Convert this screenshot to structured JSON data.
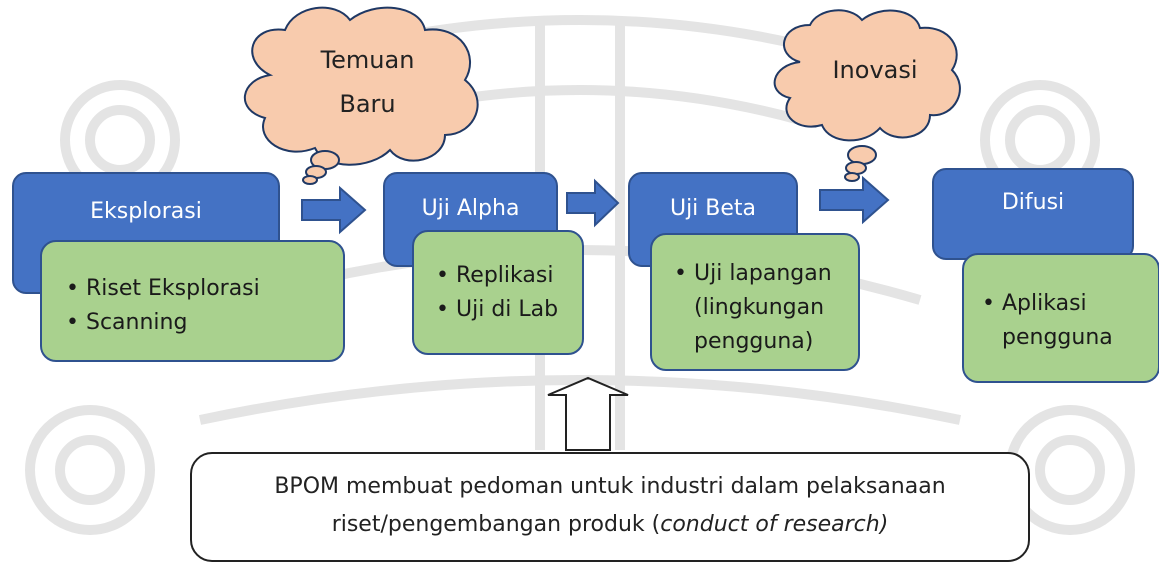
{
  "background": {
    "watermark_color": "#e4e4e4"
  },
  "colors": {
    "stage_fill": "#4472c4",
    "stage_border": "#2f528f",
    "detail_fill": "#a9d18e",
    "cloud_fill": "#f8cbad",
    "cloud_border": "#1f3864",
    "arrow_fill": "#4472c4"
  },
  "thoughts": [
    {
      "id": "temuan-baru",
      "lines": [
        "Temuan",
        "Baru"
      ]
    },
    {
      "id": "inovasi",
      "lines": [
        "Inovasi"
      ]
    }
  ],
  "stages": [
    {
      "id": "eksplorasi",
      "title": "Eksplorasi",
      "details": [
        "Riset Eksplorasi",
        "Scanning"
      ]
    },
    {
      "id": "uji-alpha",
      "title": "Uji Alpha",
      "details": [
        "Replikasi",
        "Uji di Lab"
      ]
    },
    {
      "id": "uji-beta",
      "title": "Uji Beta",
      "details": [
        "Uji lapangan (lingkungan pengguna)"
      ]
    },
    {
      "id": "difusi",
      "title": "Difusi",
      "details": [
        "Aplikasi pengguna"
      ]
    }
  ],
  "note": {
    "line1": "BPOM membuat pedoman untuk industri dalam pelaksanaan",
    "line2_prefix": "riset/pengembangan produk (",
    "line2_italic": "conduct of research)"
  }
}
